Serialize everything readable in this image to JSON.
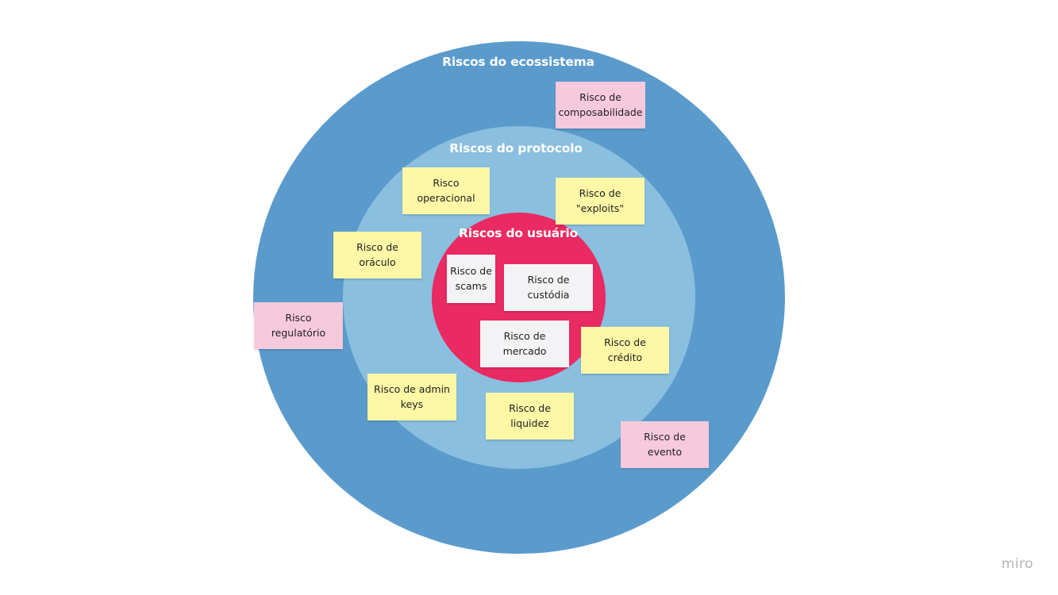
{
  "colors": {
    "outer_ring": "#5b9bcc",
    "middle_ring": "#8abfdf",
    "inner_ring": "#ea2a62",
    "sticky_pink": "#f7c9dc",
    "sticky_yellow": "#fdf7a6",
    "sticky_white": "#f3f3f5",
    "ring_title_text": "#ffffff",
    "brand_text": "#b5b5b5"
  },
  "rings": {
    "ecosystem": {
      "title": "Riscos do ecossistema"
    },
    "protocol": {
      "title": "Riscos do protocolo"
    },
    "user": {
      "title": "Riscos do usuário"
    }
  },
  "notes": {
    "ecosystem": [
      {
        "id": "composability",
        "lines": [
          "Risco de",
          "composabilidade"
        ],
        "color": "#f7c9dc"
      },
      {
        "id": "regulatory",
        "lines": [
          "Risco",
          "regulatório"
        ],
        "color": "#f7c9dc"
      },
      {
        "id": "event",
        "lines": [
          "Risco de evento"
        ],
        "color": "#f7c9dc"
      }
    ],
    "protocol": [
      {
        "id": "operational",
        "lines": [
          "Risco",
          "operacional"
        ],
        "color": "#fdf7a6"
      },
      {
        "id": "exploits",
        "lines": [
          "Risco de",
          "\"exploits\""
        ],
        "color": "#fdf7a6"
      },
      {
        "id": "oracle",
        "lines": [
          "Risco de oráculo"
        ],
        "color": "#fdf7a6"
      },
      {
        "id": "credit",
        "lines": [
          "Risco de crédito"
        ],
        "color": "#fdf7a6"
      },
      {
        "id": "admin_keys",
        "lines": [
          "Risco de admin",
          "keys"
        ],
        "color": "#fdf7a6"
      },
      {
        "id": "liquidity",
        "lines": [
          "Risco de",
          "liquidez"
        ],
        "color": "#fdf7a6"
      }
    ],
    "user": [
      {
        "id": "scams",
        "lines": [
          "Risco de",
          "scams"
        ],
        "color": "#f3f3f5"
      },
      {
        "id": "custody",
        "lines": [
          "Risco de",
          "custódia"
        ],
        "color": "#f3f3f5"
      },
      {
        "id": "market",
        "lines": [
          "Risco de",
          "mercado"
        ],
        "color": "#f3f3f5"
      }
    ]
  },
  "brand": {
    "text": "miro"
  }
}
